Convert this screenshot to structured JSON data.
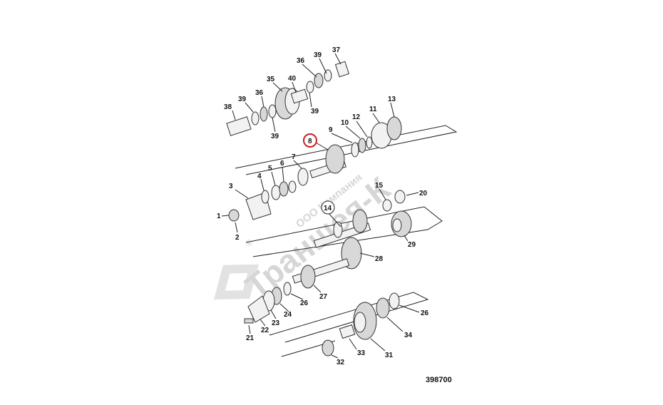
{
  "diagram": {
    "reference_number": "398700",
    "highlighted_part": "8",
    "highlight_color": "#cc1f1f",
    "watermark": {
      "brand": "Траншея-К",
      "company": "ООО Компания",
      "mark": "®"
    },
    "callouts": [
      {
        "id": "c37",
        "label": "37"
      },
      {
        "id": "c39a",
        "label": "39"
      },
      {
        "id": "c36a",
        "label": "36"
      },
      {
        "id": "c40",
        "label": "40"
      },
      {
        "id": "c35",
        "label": "35"
      },
      {
        "id": "c39b",
        "label": "39"
      },
      {
        "id": "c36b",
        "label": "36"
      },
      {
        "id": "c38",
        "label": "38"
      },
      {
        "id": "c39c",
        "label": "39"
      },
      {
        "id": "c39d",
        "label": "39"
      },
      {
        "id": "c13",
        "label": "13"
      },
      {
        "id": "c11",
        "label": "11"
      },
      {
        "id": "c12",
        "label": "12"
      },
      {
        "id": "c10",
        "label": "10"
      },
      {
        "id": "c9",
        "label": "9"
      },
      {
        "id": "c8",
        "label": "8"
      },
      {
        "id": "c7",
        "label": "7"
      },
      {
        "id": "c6",
        "label": "6"
      },
      {
        "id": "c5",
        "label": "5"
      },
      {
        "id": "c4",
        "label": "4"
      },
      {
        "id": "c3",
        "label": "3"
      },
      {
        "id": "c1",
        "label": "1"
      },
      {
        "id": "c2",
        "label": "2"
      },
      {
        "id": "c14",
        "label": "14"
      },
      {
        "id": "c15",
        "label": "15"
      },
      {
        "id": "c20",
        "label": "20"
      },
      {
        "id": "c29",
        "label": "29"
      },
      {
        "id": "c28",
        "label": "28"
      },
      {
        "id": "c27",
        "label": "27"
      },
      {
        "id": "c26a",
        "label": "26"
      },
      {
        "id": "c24",
        "label": "24"
      },
      {
        "id": "c23",
        "label": "23"
      },
      {
        "id": "c22",
        "label": "22"
      },
      {
        "id": "c21",
        "label": "21"
      },
      {
        "id": "c26b",
        "label": "26"
      },
      {
        "id": "c34",
        "label": "34"
      },
      {
        "id": "c31",
        "label": "31"
      },
      {
        "id": "c33",
        "label": "33"
      },
      {
        "id": "c32",
        "label": "32"
      }
    ]
  }
}
